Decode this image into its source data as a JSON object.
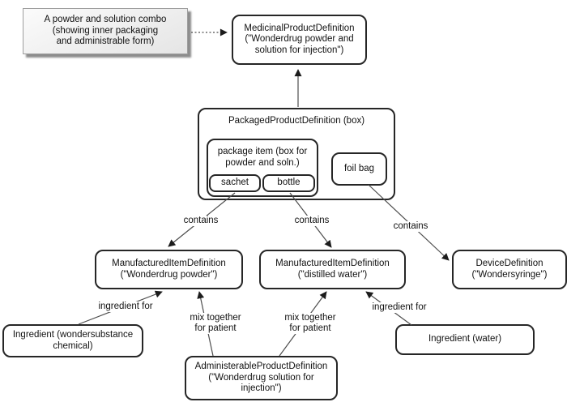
{
  "colors": {
    "background": "#ffffff",
    "node_fill": "#ffffff",
    "node_border": "#262626",
    "note_fill": "#e9e9e9",
    "note_border": "#9e9e9e",
    "note_shadow": "#8d8d8d",
    "edge_line": "#4d4d4d",
    "text": "#111111"
  },
  "note": {
    "text": "A powder and solution combo\n(showing inner packaging\nand administrable form)"
  },
  "nodes": {
    "medicinal": {
      "label": "MedicinalProductDefinition\n(\"Wonderdrug powder and\nsolution for injection\")"
    },
    "packaged": {
      "title": "PackagedProductDefinition (box)"
    },
    "package_item": {
      "label": "package item (box for\npowder and soln.)"
    },
    "sachet": {
      "label": "sachet"
    },
    "bottle": {
      "label": "bottle"
    },
    "foil_bag": {
      "label": "foil bag"
    },
    "mid_powder": {
      "label": "ManufacturedItemDefinition\n(\"Wonderdrug powder\")"
    },
    "mid_water": {
      "label": "ManufacturedItemDefinition\n(\"distilled water\")"
    },
    "device": {
      "label": "DeviceDefinition\n(\"Wondersyringe\")"
    },
    "ingredient_chemical": {
      "label": "Ingredient (wondersubstance\nchemical)"
    },
    "ingredient_water": {
      "label": "Ingredient (water)"
    },
    "administerable": {
      "label": "AdministerableProductDefinition\n(\"Wonderdrug solution for\ninjection\")"
    }
  },
  "edge_labels": {
    "contains_sachet": "contains",
    "contains_bottle": "contains",
    "contains_foilbag": "contains",
    "ingredient_for_left": "ingredient for",
    "ingredient_for_right": "ingredient for",
    "mix_together_left": "mix together\nfor patient",
    "mix_together_right": "mix together\nfor patient"
  }
}
